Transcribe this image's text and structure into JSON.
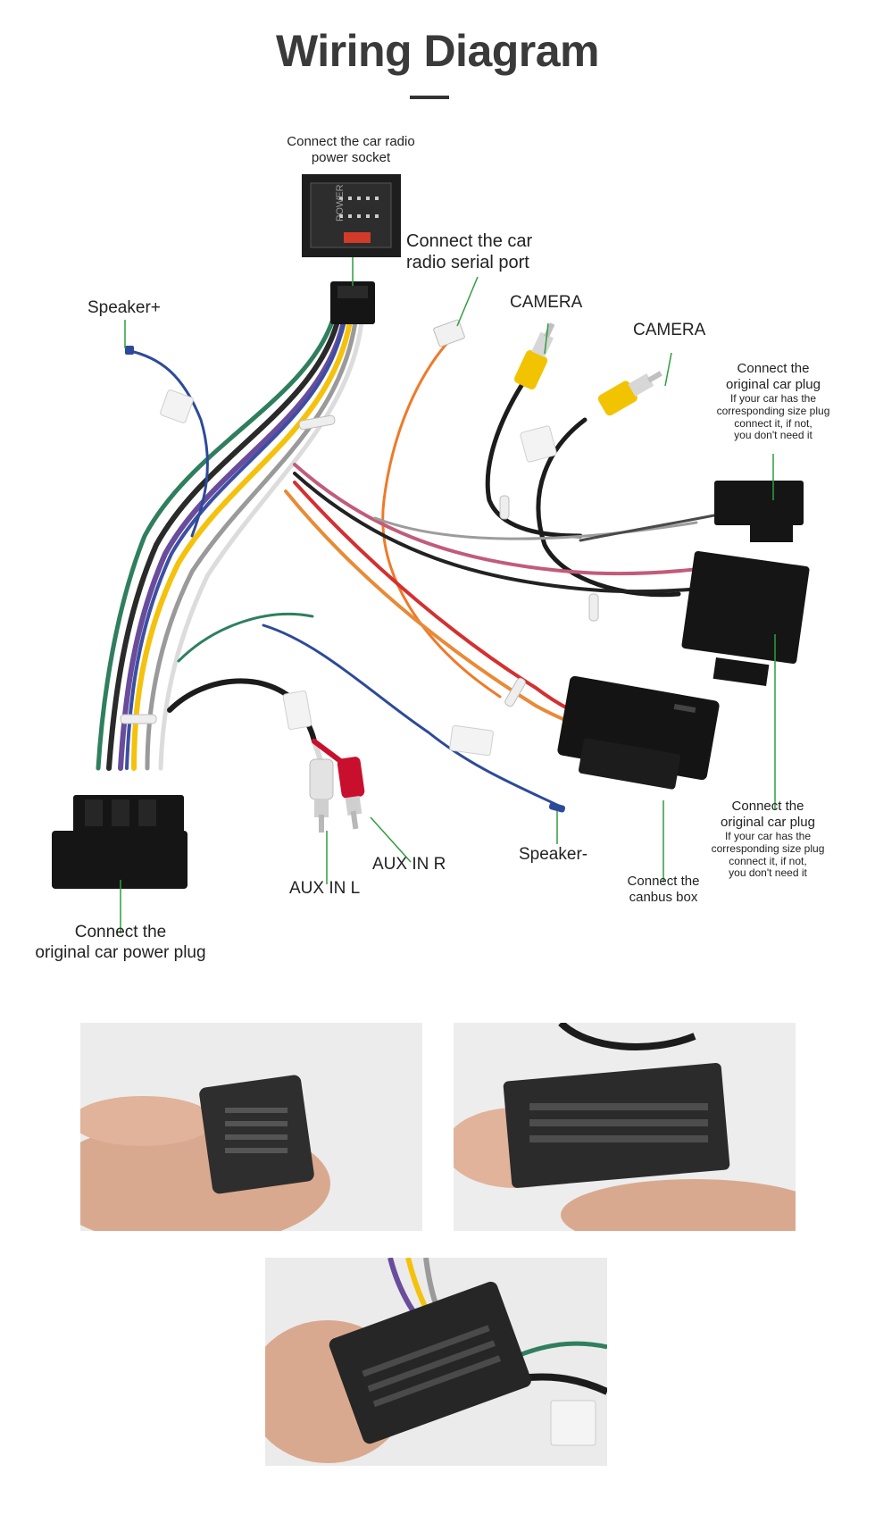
{
  "title": "Wiring Diagram",
  "labels": {
    "power_socket": {
      "line1": "Connect the car radio",
      "line2": "power socket"
    },
    "power_socket_text": "POWER",
    "serial_port": {
      "line1": "Connect the car",
      "line2": "radio  serial port"
    },
    "speaker_plus": "Speaker+",
    "speaker_minus": "Speaker-",
    "camera_1": "CAMERA",
    "camera_2": "CAMERA",
    "orig_plug_top": {
      "line1": "Connect the",
      "line2": "original car plug",
      "note1": "If your car has the",
      "note2": "corresponding size plug",
      "note3": "connect it, if not,",
      "note4": "you don't need it"
    },
    "orig_plug_right": {
      "line1": "Connect the",
      "line2": "original car plug",
      "note1": "If your car has the",
      "note2": "corresponding size plug",
      "note3": "connect it, if not,",
      "note4": "you don't need it"
    },
    "aux_l": "AUX IN L",
    "aux_r": "AUX IN R",
    "canbus": {
      "line1": "Connect the",
      "line2": "canbus box"
    },
    "power_plug": {
      "line1": "Connect the",
      "line2": "original car power plug"
    }
  },
  "colors": {
    "pointer": "#2e9e3e",
    "connector": "#1b1b1b",
    "rca_red": "#c8102e",
    "rca_yellow": "#f2c300",
    "background": "#ffffff"
  }
}
